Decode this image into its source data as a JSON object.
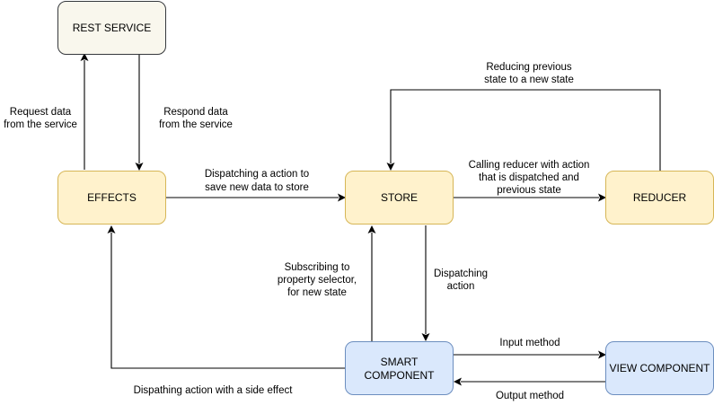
{
  "colors": {
    "rest_fill": "#f9f7ed",
    "rest_stroke": "#36393d",
    "yellow_fill": "#fff2cc",
    "yellow_stroke": "#d6b656",
    "blue_fill": "#dae8fc",
    "blue_stroke": "#6c8ebf",
    "edge": "#000000"
  },
  "nodes": {
    "rest_service": "REST SERVICE",
    "effects": "EFFECTS",
    "store": "STORE",
    "reducer": "REDUCER",
    "smart_component": [
      "SMART",
      "COMPONENT"
    ],
    "view_component": "VIEW COMPONENT"
  },
  "edges": {
    "request_data": [
      "Request data",
      "from the service"
    ],
    "respond_data": [
      "Respond data",
      "from the service"
    ],
    "dispatching_action_save": [
      "Dispatching a action to",
      "save new data to store"
    ],
    "calling_reducer": [
      "Calling reducer with action",
      "that is dispatched and",
      "previous state"
    ],
    "reducing_state": [
      "Reducing previous",
      "state to a new state"
    ],
    "subscribing": [
      "Subscribing to",
      "property selector,",
      "for new state"
    ],
    "dispatching_action": [
      "Dispatching",
      "action"
    ],
    "input_method": "Input method",
    "output_method": "Output method",
    "side_effect": "Dispathing action with a side effect"
  }
}
